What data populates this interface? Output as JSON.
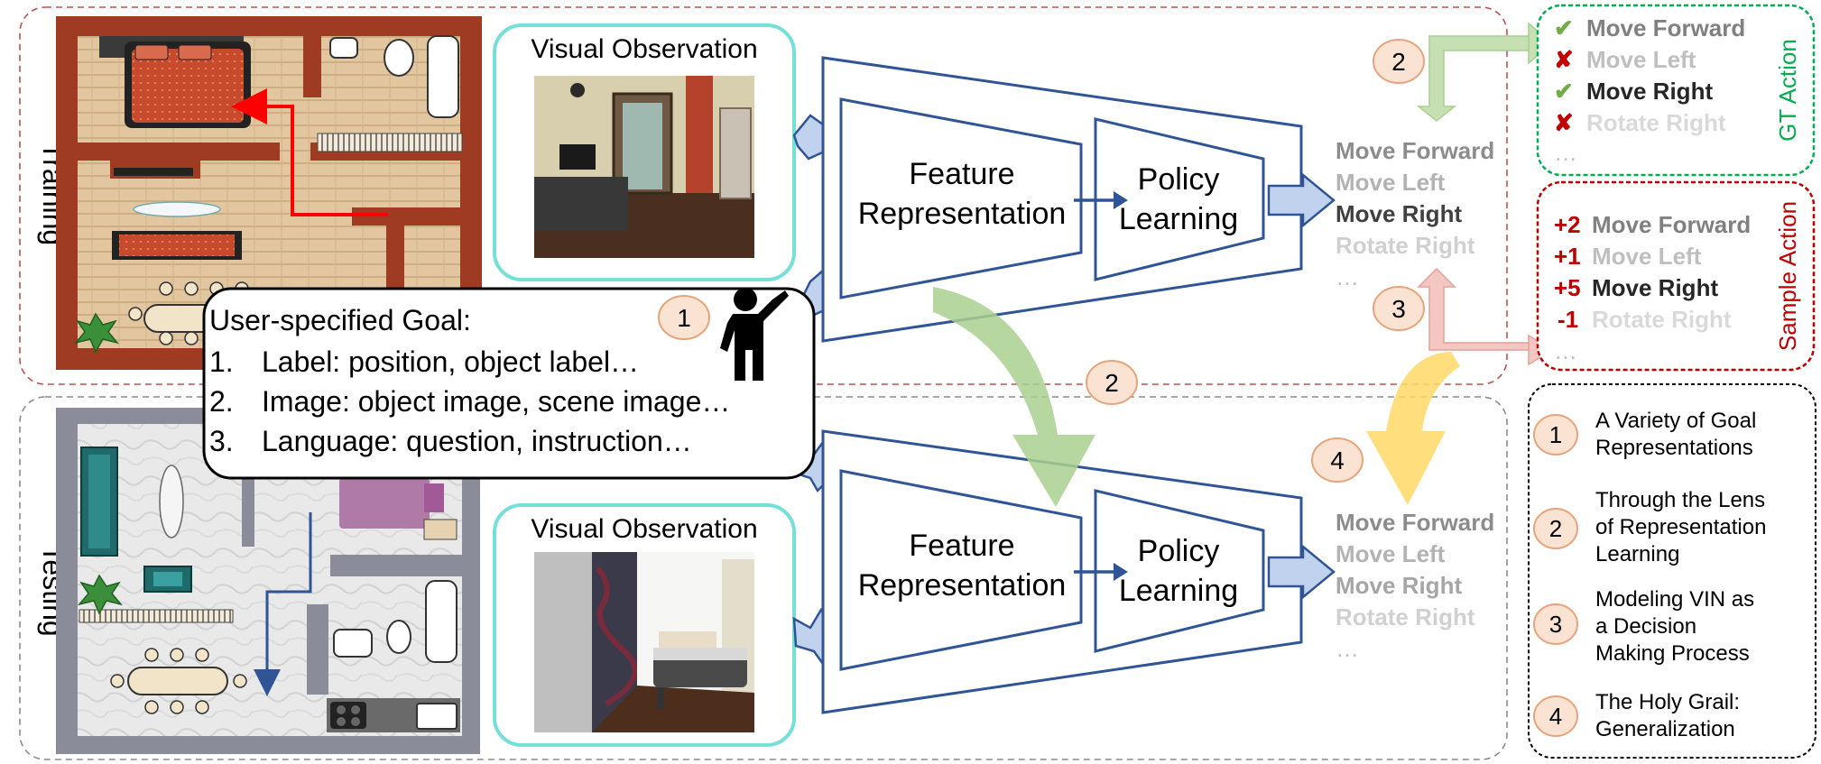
{
  "sections": {
    "training": "Training",
    "testing": "Testing"
  },
  "observation": {
    "title": "Visual Observation"
  },
  "network": {
    "feature": [
      "Feature",
      "Representation"
    ],
    "policy": [
      "Policy",
      "Learning"
    ]
  },
  "goal": {
    "title": "User-specified Goal:",
    "items": [
      {
        "num": "1.",
        "text": "Label: position, object label…"
      },
      {
        "num": "2.",
        "text": "Image: object image, scene image…"
      },
      {
        "num": "3.",
        "text": "Language: question, instruction…"
      }
    ]
  },
  "actions": {
    "training": [
      "Move Forward",
      "Move Left",
      "Move Right",
      "Rotate Right",
      "…"
    ],
    "testing": [
      "Move Forward",
      "Move Left",
      "Move Right",
      "Rotate Right",
      "…"
    ]
  },
  "gt_action": {
    "label": "GT Action",
    "items": [
      {
        "mark": "✔",
        "text": "Move Forward"
      },
      {
        "mark": "✘",
        "text": "Move Left"
      },
      {
        "mark": "✔",
        "text": "Move Right"
      },
      {
        "mark": "✘",
        "text": "Rotate Right"
      },
      {
        "mark": "",
        "text": "…"
      }
    ]
  },
  "sample_action": {
    "label": "Sample Action",
    "items": [
      {
        "reward": "+2",
        "text": "Move Forward"
      },
      {
        "reward": "+1",
        "text": "Move Left"
      },
      {
        "reward": "+5",
        "text": "Move Right"
      },
      {
        "reward": "-1",
        "text": "Rotate Right"
      },
      {
        "reward": "",
        "text": "…"
      }
    ]
  },
  "badges": {
    "b1": "1",
    "b2": "2",
    "b3": "3",
    "b4": "4"
  },
  "legend": [
    {
      "num": "1",
      "lines": [
        "A Variety of Goal",
        "Representations"
      ]
    },
    {
      "num": "2",
      "lines": [
        "Through the Lens",
        "of Representation",
        "Learning"
      ]
    },
    {
      "num": "3",
      "lines": [
        "Modeling VIN as",
        "a Decision",
        "Making Process"
      ]
    },
    {
      "num": "4",
      "lines": [
        "The Holy Grail:",
        "Generalization"
      ]
    }
  ],
  "colors": {
    "blue": "#2f5597",
    "teal": "#74e0d8",
    "green": "#5cb85c",
    "red": "#c00000",
    "badge_fill": "#fbe3d3",
    "badge_stroke": "#e8a37a",
    "action_dark": "#404040",
    "action_mid": "#8c8c8c",
    "action_light": "#c8c8c8"
  }
}
